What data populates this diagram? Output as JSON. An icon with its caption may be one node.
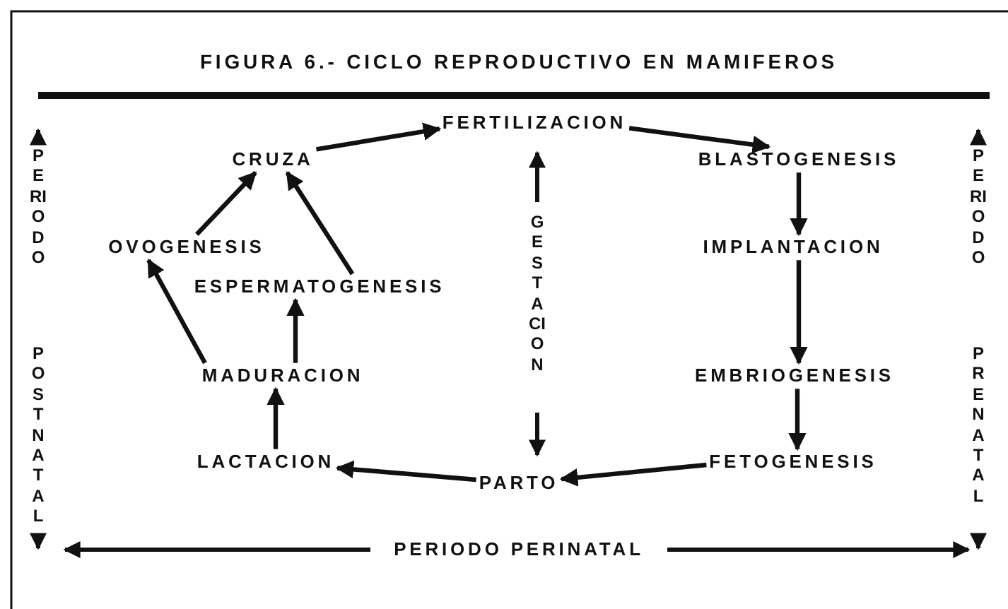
{
  "diagram": {
    "title": "FIGURA 6.- CICLO REPRODUCTIVO EN MAMIFEROS",
    "nodes": [
      {
        "text": [
          "FERTILIZACION"
        ]
      },
      {
        "text": [
          "CRUZA"
        ]
      },
      {
        "text": [
          "BLASTOGENESIS"
        ]
      },
      {
        "text": [
          "OVOGENESIS"
        ]
      },
      {
        "text": [
          "IMPLANTACION"
        ]
      },
      {
        "text": [
          "ESPERMATOGENESIS"
        ]
      },
      {
        "text": [
          "MADURACION"
        ]
      },
      {
        "text": [
          "EMBRIOGENESIS"
        ]
      },
      {
        "text": [
          "LACTACION"
        ]
      },
      {
        "text": [
          "PARTO"
        ]
      },
      {
        "text": [
          "FETOGENESIS"
        ]
      }
    ],
    "edges": [
      {
        "from": 1,
        "to": 0,
        "arrow": "to"
      },
      {
        "from": 0,
        "to": 2,
        "arrow": "to"
      },
      {
        "from": 3,
        "to": 1,
        "arrow": "to"
      },
      {
        "from": 5,
        "to": 1,
        "arrow": "to"
      },
      {
        "from": 2,
        "to": 4,
        "arrow": "to"
      },
      {
        "from": 4,
        "to": 7,
        "arrow": "to"
      },
      {
        "from": 7,
        "to": 10,
        "arrow": "to"
      },
      {
        "from": 10,
        "to": 9,
        "arrow": "to"
      },
      {
        "from": 9,
        "to": 8,
        "arrow": "to"
      },
      {
        "from": 8,
        "to": 6,
        "arrow": "to"
      },
      {
        "from": 6,
        "to": 5,
        "arrow": "to"
      },
      {
        "from": 6,
        "to": 3,
        "arrow": "to"
      }
    ],
    "labels": [
      "PERIODO",
      "GESTACION",
      "PERIODO",
      "POSTNATAL",
      "PRENATAL",
      "PERIODO PERINATAL"
    ]
  }
}
